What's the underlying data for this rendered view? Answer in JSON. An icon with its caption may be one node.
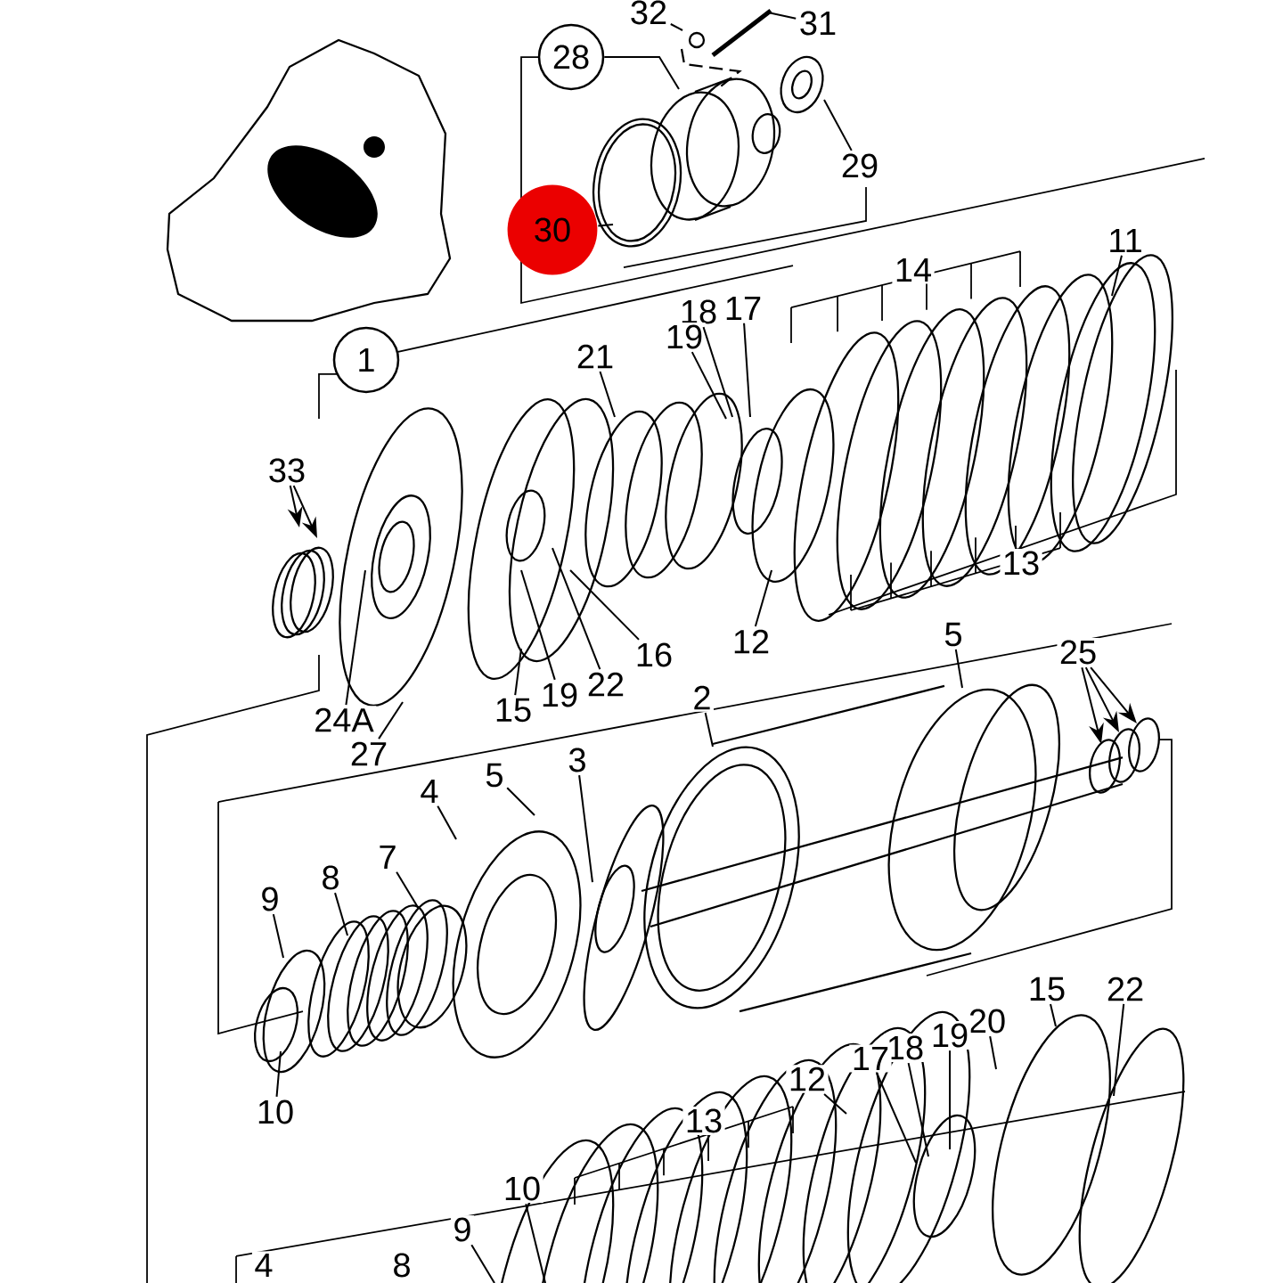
{
  "diagram": {
    "nodes": [
      {
        "text": [
          "32"
        ]
      },
      {
        "text": [
          "31"
        ]
      },
      {
        "text": [
          "28"
        ]
      },
      {
        "text": [
          "29"
        ]
      },
      {
        "text": [
          "30"
        ]
      },
      {
        "text": [
          "11"
        ]
      },
      {
        "text": [
          "14"
        ]
      },
      {
        "text": [
          "18"
        ]
      },
      {
        "text": [
          "17"
        ]
      },
      {
        "text": [
          "1"
        ]
      },
      {
        "text": [
          "19"
        ]
      },
      {
        "text": [
          "21"
        ]
      },
      {
        "text": [
          "33"
        ]
      },
      {
        "text": [
          "13"
        ]
      },
      {
        "text": [
          "12"
        ]
      },
      {
        "text": [
          "16"
        ]
      },
      {
        "text": [
          "22"
        ]
      },
      {
        "text": [
          "19"
        ]
      },
      {
        "text": [
          "15"
        ]
      },
      {
        "text": [
          "24A"
        ]
      },
      {
        "text": [
          "27"
        ]
      },
      {
        "text": [
          "5"
        ]
      },
      {
        "text": [
          "25"
        ]
      },
      {
        "text": [
          "2"
        ]
      },
      {
        "text": [
          "3"
        ]
      },
      {
        "text": [
          "5"
        ]
      },
      {
        "text": [
          "4"
        ]
      },
      {
        "text": [
          "7"
        ]
      },
      {
        "text": [
          "8"
        ]
      },
      {
        "text": [
          "9"
        ]
      },
      {
        "text": [
          "10"
        ]
      },
      {
        "text": [
          "15"
        ]
      },
      {
        "text": [
          "22"
        ]
      },
      {
        "text": [
          "20"
        ]
      },
      {
        "text": [
          "19"
        ]
      },
      {
        "text": [
          "18"
        ]
      },
      {
        "text": [
          "17"
        ]
      },
      {
        "text": [
          "12"
        ]
      },
      {
        "text": [
          "13"
        ]
      },
      {
        "text": [
          "10"
        ]
      },
      {
        "text": [
          "9"
        ]
      },
      {
        "text": [
          "8"
        ]
      },
      {
        "text": [
          "4"
        ]
      }
    ],
    "edges": [
      {
        "from": 0,
        "to": null,
        "arrow": "none"
      },
      {
        "from": 1,
        "to": null,
        "arrow": "none"
      },
      {
        "from": 2,
        "to": null,
        "arrow": "none"
      },
      {
        "from": 3,
        "to": null,
        "arrow": "none"
      },
      {
        "from": 4,
        "to": null,
        "arrow": "none"
      },
      {
        "from": 5,
        "to": null,
        "arrow": "none"
      },
      {
        "from": 7,
        "to": null,
        "arrow": "none"
      },
      {
        "from": 8,
        "to": null,
        "arrow": "none"
      },
      {
        "from": 10,
        "to": null,
        "arrow": "none"
      },
      {
        "from": 11,
        "to": null,
        "arrow": "none"
      },
      {
        "from": 12,
        "to": null,
        "arrow": "to"
      },
      {
        "from": 12,
        "to": null,
        "arrow": "to"
      },
      {
        "from": 14,
        "to": null,
        "arrow": "none"
      },
      {
        "from": 15,
        "to": null,
        "arrow": "none"
      },
      {
        "from": 16,
        "to": null,
        "arrow": "none"
      },
      {
        "from": 17,
        "to": null,
        "arrow": "none"
      },
      {
        "from": 18,
        "to": null,
        "arrow": "none"
      },
      {
        "from": 19,
        "to": null,
        "arrow": "none"
      },
      {
        "from": 20,
        "to": null,
        "arrow": "none"
      },
      {
        "from": 21,
        "to": null,
        "arrow": "none"
      },
      {
        "from": 22,
        "to": null,
        "arrow": "to"
      },
      {
        "from": 22,
        "to": null,
        "arrow": "to"
      },
      {
        "from": 22,
        "to": null,
        "arrow": "to"
      },
      {
        "from": 23,
        "to": null,
        "arrow": "none"
      },
      {
        "from": 24,
        "to": null,
        "arrow": "none"
      },
      {
        "from": 25,
        "to": null,
        "arrow": "none"
      },
      {
        "from": 26,
        "to": null,
        "arrow": "none"
      },
      {
        "from": 27,
        "to": null,
        "arrow": "none"
      },
      {
        "from": 28,
        "to": null,
        "arrow": "none"
      },
      {
        "from": 29,
        "to": null,
        "arrow": "none"
      },
      {
        "from": 30,
        "to": null,
        "arrow": "none"
      },
      {
        "from": 31,
        "to": null,
        "arrow": "none"
      },
      {
        "from": 32,
        "to": null,
        "arrow": "none"
      },
      {
        "from": 33,
        "to": null,
        "arrow": "none"
      },
      {
        "from": 34,
        "to": null,
        "arrow": "none"
      },
      {
        "from": 35,
        "to": null,
        "arrow": "none"
      },
      {
        "from": 36,
        "to": null,
        "arrow": "none"
      },
      {
        "from": 37,
        "to": null,
        "arrow": "none"
      },
      {
        "from": 39,
        "to": null,
        "arrow": "none"
      },
      {
        "from": 40,
        "to": null,
        "arrow": "none"
      }
    ]
  }
}
